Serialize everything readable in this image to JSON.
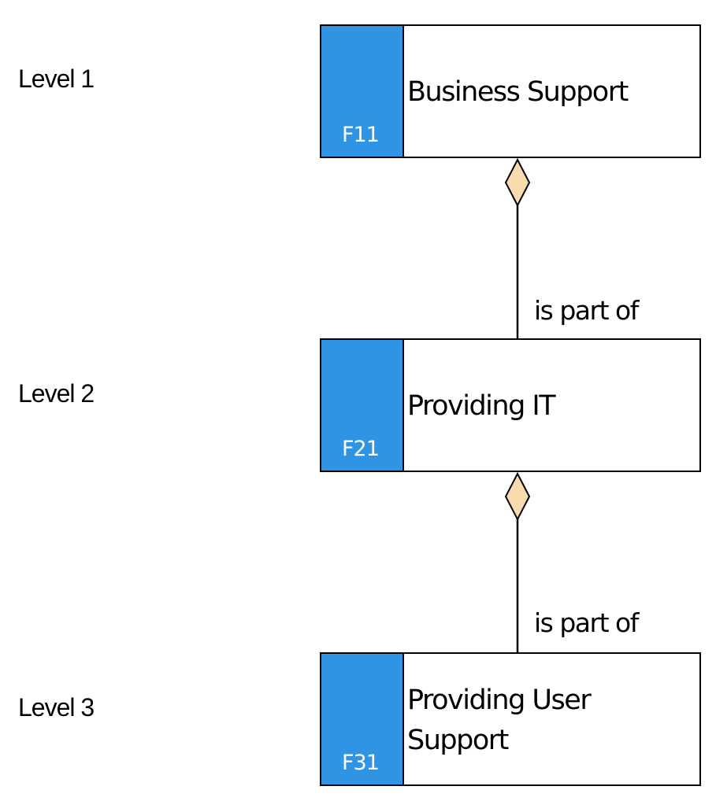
{
  "levels": [
    {
      "label": "Level 1"
    },
    {
      "label": "Level 2"
    },
    {
      "label": "Level 3"
    }
  ],
  "nodes": [
    {
      "code": "F11",
      "title": "Business Support"
    },
    {
      "code": "F21",
      "title": "Providing IT"
    },
    {
      "code": "F31",
      "title": "Providing User Support"
    }
  ],
  "relations": [
    {
      "label": "is part of",
      "type": "aggregation"
    },
    {
      "label": "is part of",
      "type": "aggregation"
    }
  ],
  "colors": {
    "band": "#2e94e3",
    "diamond_fill": "#f9d9ae",
    "stroke": "#000000"
  }
}
